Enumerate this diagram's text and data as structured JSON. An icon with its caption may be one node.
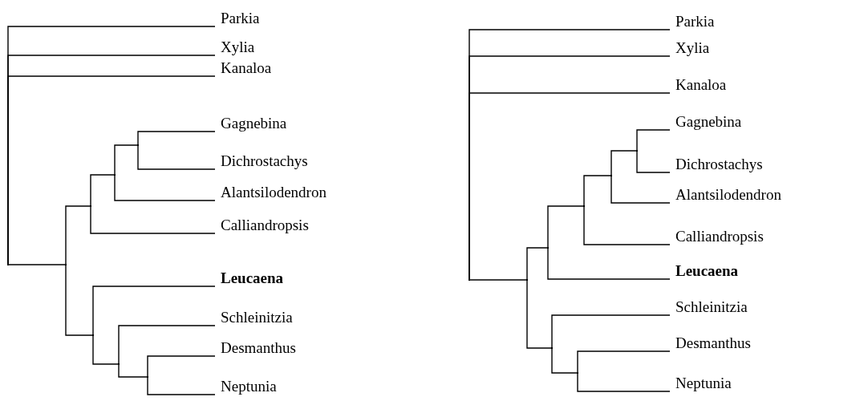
{
  "diagram": {
    "nodes": [
      {
        "text": [],
        "shape": "point"
      },
      {
        "text": [],
        "shape": "point"
      },
      {
        "text": [],
        "shape": "point"
      },
      {
        "text": [],
        "shape": "point"
      },
      {
        "text": [],
        "shape": "point"
      },
      {
        "text": [],
        "shape": "point"
      },
      {
        "text": [],
        "shape": "point"
      },
      {
        "text": [],
        "shape": "point"
      },
      {
        "text": [
          "Parkia"
        ]
      },
      {
        "text": [
          "Xylia"
        ]
      },
      {
        "text": [
          "Kanaloa"
        ]
      },
      {
        "text": [
          "Gagnebina"
        ]
      },
      {
        "text": [
          "Dichrostachys"
        ]
      },
      {
        "text": [
          "Alantsilodendron"
        ]
      },
      {
        "text": [
          "Calliandropsis"
        ]
      },
      {
        "text": [
          "**Leucaena**"
        ]
      },
      {
        "text": [
          "Schleinitzia"
        ]
      },
      {
        "text": [
          "Desmanthus"
        ]
      },
      {
        "text": [
          "Neptunia"
        ]
      },
      {
        "text": [],
        "shape": "point"
      },
      {
        "text": [],
        "shape": "point"
      },
      {
        "text": [],
        "shape": "point"
      },
      {
        "text": [],
        "shape": "point"
      },
      {
        "text": [],
        "shape": "point"
      },
      {
        "text": [],
        "shape": "point"
      },
      {
        "text": [],
        "shape": "point"
      },
      {
        "text": [],
        "shape": "point"
      },
      {
        "text": [
          "Parkia"
        ]
      },
      {
        "text": [
          "Xylia"
        ]
      },
      {
        "text": [
          "Kanaloa"
        ]
      },
      {
        "text": [
          "Gagnebina"
        ]
      },
      {
        "text": [
          "Dichrostachys"
        ]
      },
      {
        "text": [
          "Alantsilodendron"
        ]
      },
      {
        "text": [
          "Calliandropsis"
        ]
      },
      {
        "text": [
          "**Leucaena**"
        ]
      },
      {
        "text": [
          "Schleinitzia"
        ]
      },
      {
        "text": [
          "Desmanthus"
        ]
      },
      {
        "text": [
          "Neptunia"
        ]
      }
    ],
    "edges": [
      {
        "from": 0,
        "to": 8,
        "arrow": "none"
      },
      {
        "from": 0,
        "to": 9,
        "arrow": "none"
      },
      {
        "from": 0,
        "to": 10,
        "arrow": "none"
      },
      {
        "from": 0,
        "to": 1,
        "arrow": "none"
      },
      {
        "from": 1,
        "to": 2,
        "arrow": "none"
      },
      {
        "from": 1,
        "to": 5,
        "arrow": "none"
      },
      {
        "from": 2,
        "to": 3,
        "arrow": "none"
      },
      {
        "from": 2,
        "to": 14,
        "arrow": "none"
      },
      {
        "from": 3,
        "to": 4,
        "arrow": "none"
      },
      {
        "from": 3,
        "to": 13,
        "arrow": "none"
      },
      {
        "from": 4,
        "to": 11,
        "arrow": "none"
      },
      {
        "from": 4,
        "to": 12,
        "arrow": "none"
      },
      {
        "from": 5,
        "to": 15,
        "arrow": "none"
      },
      {
        "from": 5,
        "to": 6,
        "arrow": "none"
      },
      {
        "from": 6,
        "to": 16,
        "arrow": "none"
      },
      {
        "from": 6,
        "to": 7,
        "arrow": "none"
      },
      {
        "from": 7,
        "to": 17,
        "arrow": "none"
      },
      {
        "from": 7,
        "to": 18,
        "arrow": "none"
      },
      {
        "from": 19,
        "to": 27,
        "arrow": "none"
      },
      {
        "from": 19,
        "to": 28,
        "arrow": "none"
      },
      {
        "from": 19,
        "to": 29,
        "arrow": "none"
      },
      {
        "from": 19,
        "to": 20,
        "arrow": "none"
      },
      {
        "from": 20,
        "to": 21,
        "arrow": "none"
      },
      {
        "from": 20,
        "to": 25,
        "arrow": "none"
      },
      {
        "from": 21,
        "to": 22,
        "arrow": "none"
      },
      {
        "from": 21,
        "to": 34,
        "arrow": "none"
      },
      {
        "from": 22,
        "to": 23,
        "arrow": "none"
      },
      {
        "from": 22,
        "to": 33,
        "arrow": "none"
      },
      {
        "from": 23,
        "to": 24,
        "arrow": "none"
      },
      {
        "from": 23,
        "to": 32,
        "arrow": "none"
      },
      {
        "from": 24,
        "to": 30,
        "arrow": "none"
      },
      {
        "from": 24,
        "to": 31,
        "arrow": "none"
      },
      {
        "from": 25,
        "to": 35,
        "arrow": "none"
      },
      {
        "from": 25,
        "to": 26,
        "arrow": "none"
      },
      {
        "from": 26,
        "to": 36,
        "arrow": "none"
      },
      {
        "from": 26,
        "to": 37,
        "arrow": "none"
      }
    ]
  }
}
